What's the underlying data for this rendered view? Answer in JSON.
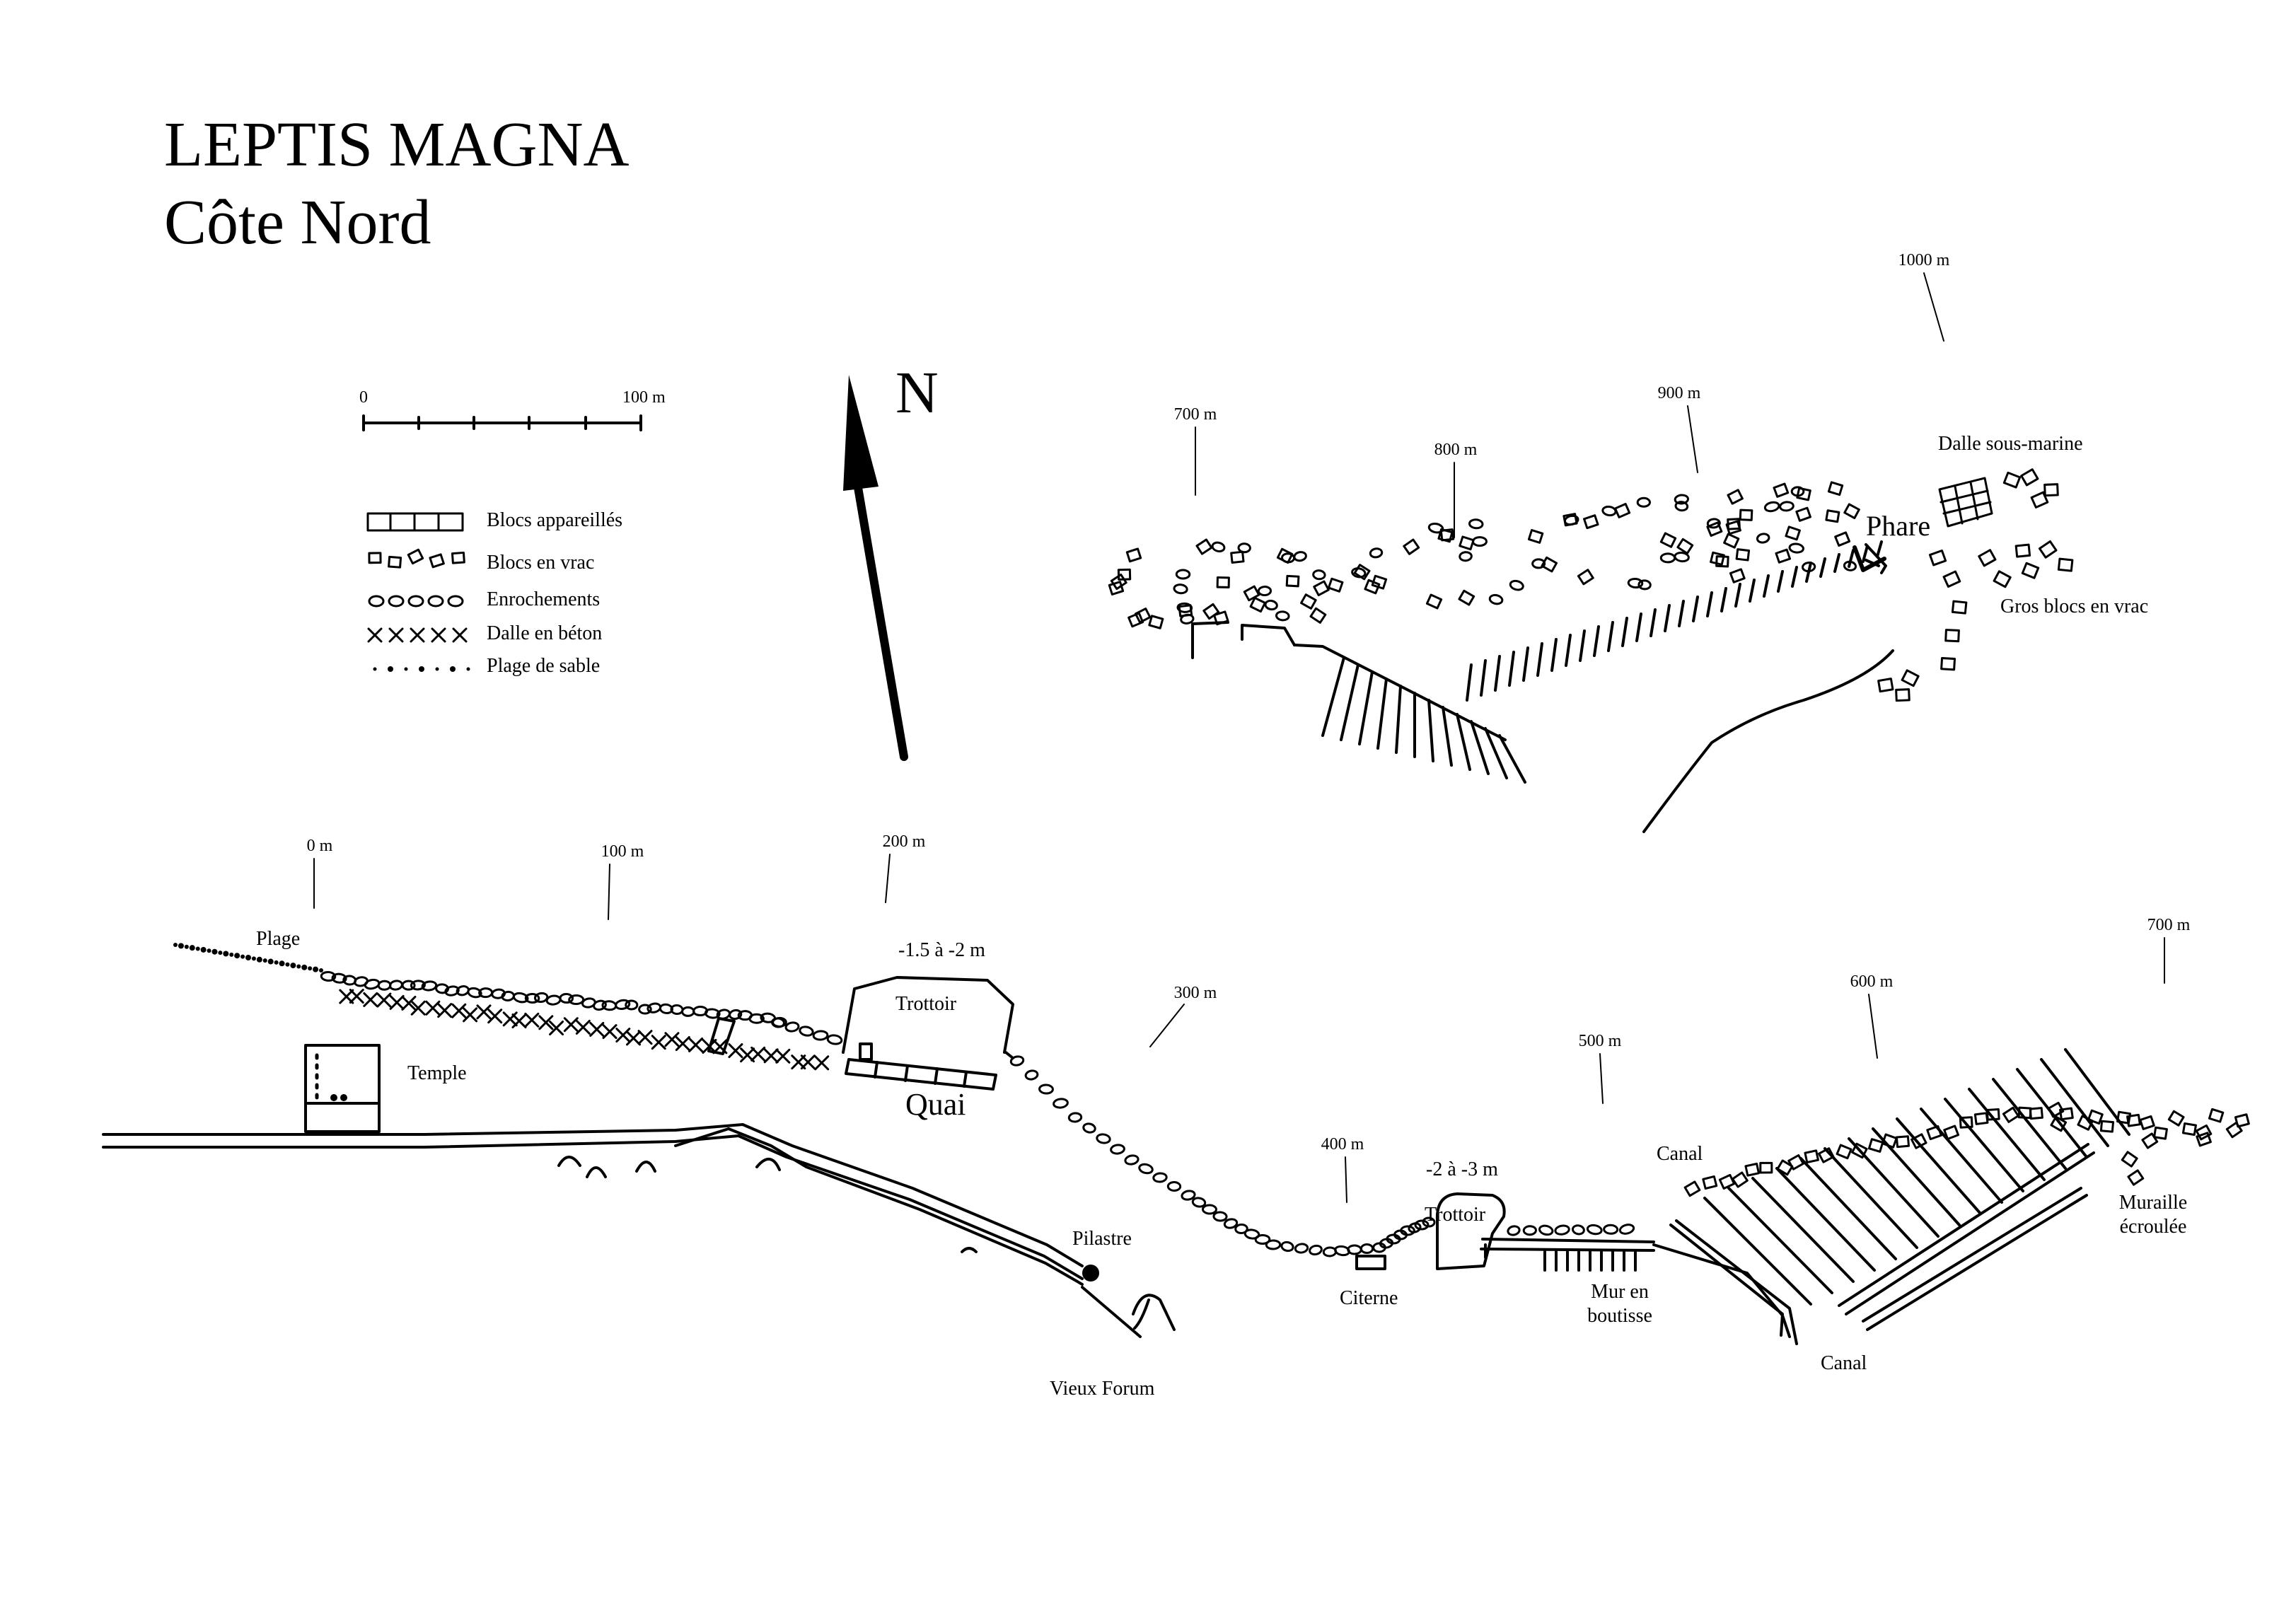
{
  "title": {
    "line1": "LEPTIS MAGNA",
    "line2": "Côte Nord"
  },
  "north_label": "N",
  "scale_bar": {
    "start": "0",
    "end": "100 m"
  },
  "legend": [
    {
      "symbol": "cut-blocks",
      "label": "Blocs appareillés"
    },
    {
      "symbol": "loose-blocks",
      "label": "Blocs en vrac"
    },
    {
      "symbol": "riprap",
      "label": "Enrochements"
    },
    {
      "symbol": "concrete-slab",
      "label": "Dalle en béton"
    },
    {
      "symbol": "sand-beach",
      "label": "Plage de sable"
    }
  ],
  "distance_markers": {
    "upper": [
      "700 m",
      "800 m",
      "900 m",
      "1000 m"
    ],
    "lower": [
      "0 m",
      "100 m",
      "200 m",
      "300 m",
      "400 m",
      "500 m",
      "600 m",
      "700 m"
    ]
  },
  "depths": {
    "quai": "-1.5 à -2 m",
    "trottoir2": "-2 à -3 m"
  },
  "places": {
    "plage": "Plage",
    "temple": "Temple",
    "trottoir1": "Trottoir",
    "quai": "Quai",
    "pilastre": "Pilastre",
    "vieux_forum": "Vieux Forum",
    "citerne": "Citerne",
    "trottoir2": "Trottoir",
    "mur_en_boutisse": "Mur en\nboutisse",
    "canal_top": "Canal",
    "canal_bottom": "Canal",
    "muraille": "Muraille\nécroulée",
    "phare": "Phare",
    "dalle_sous_marine": "Dalle sous-marine",
    "gros_blocs": "Gros blocs en vrac"
  }
}
